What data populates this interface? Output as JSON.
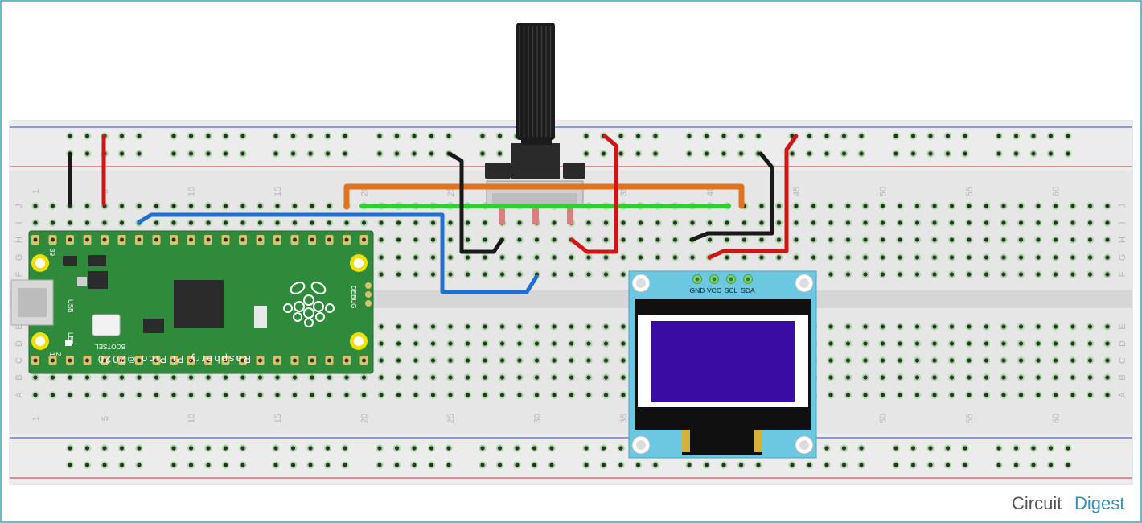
{
  "breadboard": {
    "col_numbers": [
      "1",
      "5",
      "10",
      "15",
      "20",
      "25",
      "30",
      "35",
      "40",
      "45",
      "50",
      "55",
      "60"
    ],
    "row_letters_top": [
      "J",
      "I",
      "H",
      "G",
      "F"
    ],
    "row_letters_bottom": [
      "E",
      "D",
      "C",
      "B",
      "A"
    ]
  },
  "pico": {
    "board_text": "Raspberry Pi Pico ©2020",
    "usb_label": "USB",
    "led_label": "LED",
    "bootsel_label": "BOOTSEL",
    "debug_label": "DEBUG",
    "pin_39": "39",
    "pin_1": "1",
    "pin_2": "2"
  },
  "oled": {
    "pin_labels": [
      "GND",
      "VCC",
      "SCL",
      "SDA"
    ],
    "screen_color": "#3a0ca3"
  },
  "brand": {
    "name_part1": "Circuit",
    "name_part2": "Digest"
  },
  "wire_colors": {
    "black": "#1a1a1a",
    "red": "#d21414",
    "blue": "#1f6fd1",
    "orange": "#e0731f",
    "green": "#2ecf2e"
  },
  "icons": [
    "raspberry-logo-icon",
    "usb-port-icon",
    "potentiometer-knob-icon"
  ]
}
